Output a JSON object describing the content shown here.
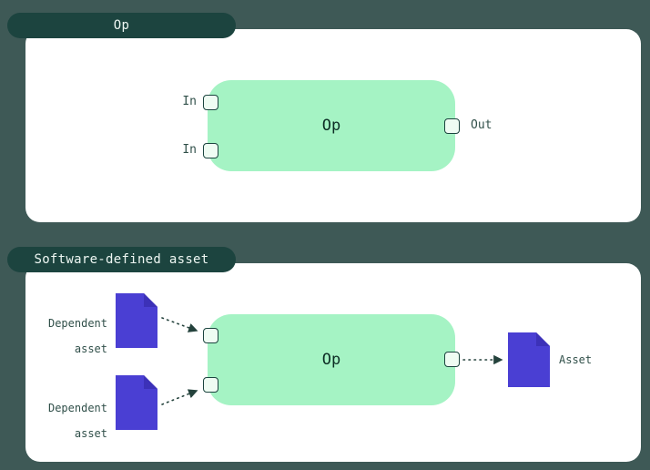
{
  "theme": {
    "canvas_background": "#3e5956",
    "tab_background": "#1c443f",
    "tab_text_color": "#eef7f3",
    "card_background": "#ffffff",
    "op_node_background": "#a5f3c4",
    "op_node_text_color": "#0d2d25",
    "handle_background": "#effcf3",
    "handle_border_color": "#1c443f",
    "label_text_color": "#31504a",
    "asset_fill_color": "#4a3fd3",
    "asset_fold_color": "#3c31b8",
    "arrow_color": "#24423c"
  },
  "icons": {
    "dependent_asset_icon": "document-with-folded-corner-icon",
    "produced_asset_icon": "document-with-folded-corner-icon"
  },
  "op_section": {
    "tab_label": "Op",
    "node": {
      "label": "Op",
      "input_labels": [
        "In",
        "In"
      ],
      "output_label": "Out"
    }
  },
  "sda_section": {
    "tab_label": "Software-defined asset",
    "node": {
      "label": "Op"
    },
    "dependent_assets": [
      {
        "line1": "Dependent",
        "line2": "asset"
      },
      {
        "line1": "Dependent",
        "line2": "asset"
      }
    ],
    "produced_asset": {
      "label": "Asset"
    }
  }
}
